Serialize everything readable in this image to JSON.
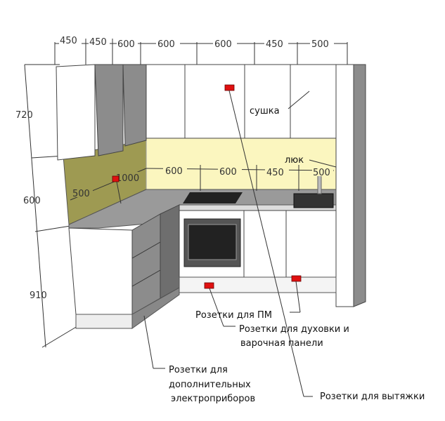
{
  "dimensions": {
    "top": [
      "450",
      "450",
      "600",
      "600",
      "600",
      "450",
      "500"
    ],
    "backsplash": [
      "500",
      "1000",
      "600",
      "600",
      "450",
      "500"
    ],
    "heights": [
      "720",
      "600",
      "910"
    ]
  },
  "labels": {
    "dryer": "сушка",
    "hatch": "люк",
    "sockets_dishwasher": "Розетки для ПМ",
    "sockets_oven_1": "Розетки для духовки и",
    "sockets_oven_2": "варочная панели",
    "sockets_extra_1": "Розетки для",
    "sockets_extra_2": "дополнительных",
    "sockets_extra_3": "электроприборов",
    "sockets_hood": "Розетки для вытяжки"
  },
  "colors": {
    "backsplash_main": "#fbf6bf",
    "backsplash_side": "#9e9a52",
    "socket": "#e01010"
  }
}
